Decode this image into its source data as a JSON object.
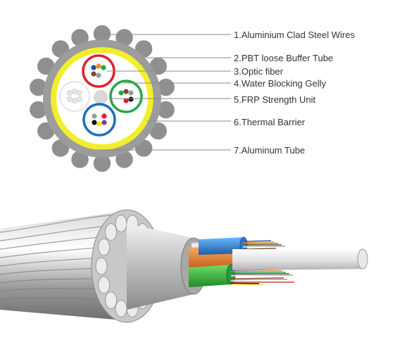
{
  "legend": [
    {
      "number": "1",
      "text": "1.Aluminium Clad Steel Wires"
    },
    {
      "number": "2",
      "text": "2.PBT loose Buffer Tube"
    },
    {
      "number": "3",
      "text": "3.Optic fiber"
    },
    {
      "number": "4",
      "text": "4.Water Blocking Gelly"
    },
    {
      "number": "5",
      "text": "5.FRP Strength Unit"
    },
    {
      "number": "6",
      "text": "6.Thermal Barrier"
    },
    {
      "number": "7",
      "text": "7.Aluminum Tube"
    }
  ],
  "colors": {
    "steel_wire": "#8f8f8f",
    "aluminum_tube": "#9c9c9c",
    "thermal_barrier": "#f2ee2b",
    "gelly": "#ffffff",
    "tube_red": "#e0202a",
    "tube_green": "#22a84a",
    "tube_blue": "#1f6fb8",
    "tube_white": "#ececec",
    "frp": "#d8d8d8",
    "leader_line": "#8a8a8a"
  },
  "fiber_colors": [
    "#1b4fa8",
    "#f08a1c",
    "#22a84a",
    "#7a4a24",
    "#9a9a9a",
    "#ffffff",
    "#e0202a",
    "#111111",
    "#f2e21a",
    "#7c3fa0",
    "#e86aa8",
    "#3cc0e0"
  ]
}
